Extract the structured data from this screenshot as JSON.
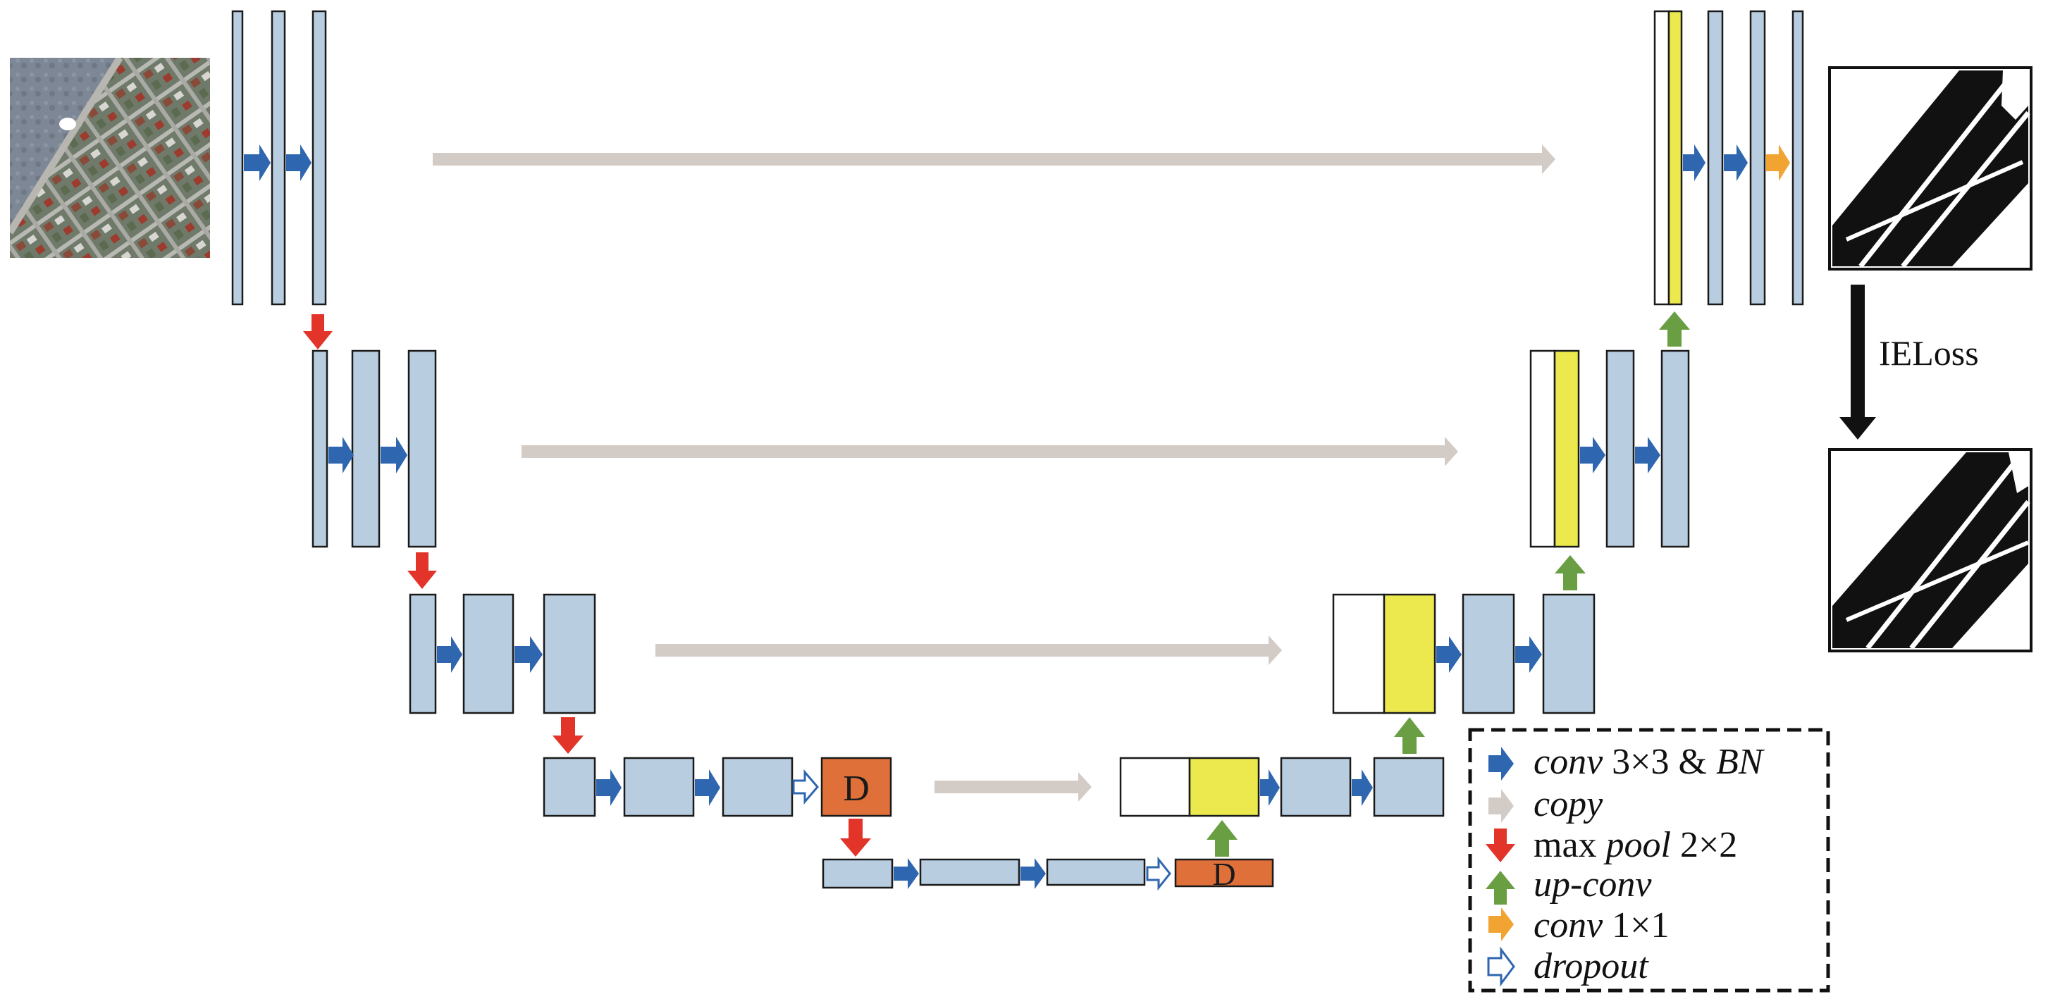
{
  "colors": {
    "feature_map": "#b9cde0",
    "feature_map_stroke": "#1a1a1a",
    "copied_map": "#ffffff",
    "upconv_map": "#ece94f",
    "dropout_block": "#e0703a",
    "conv_arrow": "#2f66b0",
    "copy_arrow": "#d3cbc6",
    "pool_arrow": "#e3342a",
    "upconv_arrow": "#6a9e43",
    "conv1x1_arrow": "#f1a431",
    "loss_arrow": "#111111"
  },
  "icons": {
    "input": "aerial-image",
    "prediction": "binary-mask-prediction",
    "ground_truth": "binary-mask-ground-truth"
  },
  "blocks": {
    "dropout_label_1": "D",
    "dropout_label_2": "D"
  },
  "loss": {
    "label": "IELoss"
  },
  "legend": {
    "items": [
      {
        "key": "conv",
        "parts": [
          {
            "text": "conv",
            "italic": true
          },
          {
            "text": " 3×3 & ",
            "italic": false
          },
          {
            "text": "BN",
            "italic": true
          }
        ]
      },
      {
        "key": "copy",
        "parts": [
          {
            "text": "copy",
            "italic": true
          }
        ]
      },
      {
        "key": "pool",
        "parts": [
          {
            "text": "max ",
            "italic": false
          },
          {
            "text": "pool",
            "italic": true
          },
          {
            "text": " 2×2",
            "italic": false
          }
        ]
      },
      {
        "key": "upconv",
        "parts": [
          {
            "text": "up-conv",
            "italic": true
          }
        ]
      },
      {
        "key": "conv1x1",
        "parts": [
          {
            "text": "conv",
            "italic": true
          },
          {
            "text": " 1×1",
            "italic": false
          }
        ]
      },
      {
        "key": "dropout",
        "parts": [
          {
            "text": "dropout",
            "italic": true
          }
        ]
      }
    ]
  }
}
